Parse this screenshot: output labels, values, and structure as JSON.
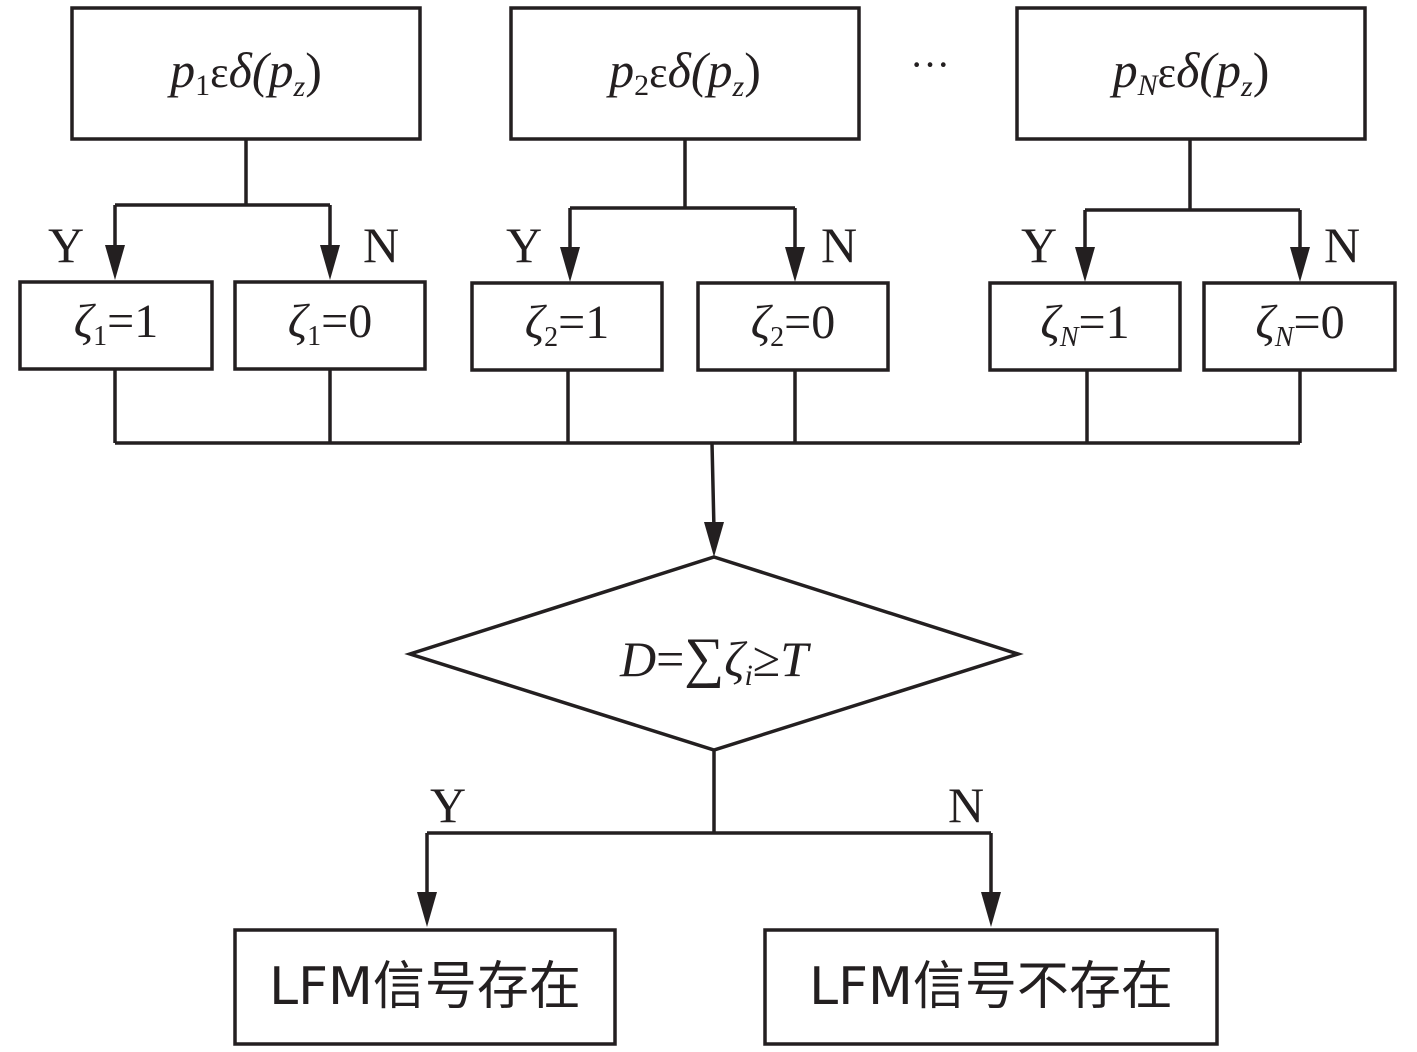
{
  "colors": {
    "stroke": "#231f20",
    "background": "#ffffff"
  },
  "channels": [
    {
      "test": {
        "var": "p",
        "sub": "1",
        "rel": "ε",
        "fn": "δ(",
        "arg": "p",
        "argsub": "z",
        "close": ")"
      },
      "yes_out": {
        "sym": "ζ",
        "sub": "1",
        "eq": "=1"
      },
      "no_out": {
        "sym": "ζ",
        "sub": "1",
        "eq": "=0"
      }
    },
    {
      "test": {
        "var": "p",
        "sub": "2",
        "rel": "ε",
        "fn": "δ(",
        "arg": "p",
        "argsub": "z",
        "close": ")"
      },
      "yes_out": {
        "sym": "ζ",
        "sub": "2",
        "eq": "=1"
      },
      "no_out": {
        "sym": "ζ",
        "sub": "2",
        "eq": "=0"
      }
    },
    {
      "test": {
        "var": "p",
        "sub": "N",
        "rel": "ε",
        "fn": "δ(",
        "arg": "p",
        "argsub": "z",
        "close": ")"
      },
      "yes_out": {
        "sym": "ζ",
        "sub": "N",
        "eq": "=1"
      },
      "no_out": {
        "sym": "ζ",
        "sub": "N",
        "eq": "=0"
      }
    }
  ],
  "ellipsis": "···",
  "branch_labels": {
    "yes": "Y",
    "no": "N"
  },
  "decision": {
    "lhs": "D",
    "eq": "=",
    "sum": "∑",
    "sym": "ζ",
    "sub": "i",
    "geq": "≥",
    "rhs": "T"
  },
  "outcomes": {
    "yes": "LFM信号存在",
    "no": "LFM信号不存在"
  }
}
